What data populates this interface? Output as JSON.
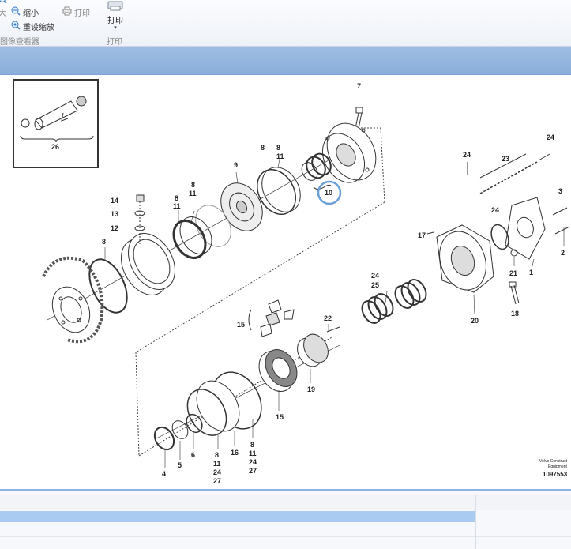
{
  "ribbon": {
    "zoom_in_label": "放大",
    "zoom_out_label": "缩小",
    "reset_zoom_label": "重设缩放",
    "print_small_label": "打印",
    "print_big_label": "打印",
    "group_viewer_label": "图像查看器",
    "group_print_label": "打印"
  },
  "diagram": {
    "callouts": {
      "c7": "7",
      "c8a": "8",
      "c11a": "11",
      "c9": "9",
      "c8b": "8",
      "c11b": "11",
      "c10": "10",
      "c14": "14",
      "c13": "13",
      "c12": "12",
      "c8c": "8",
      "c26": "26",
      "c24a": "24",
      "c23": "23",
      "c24b": "24",
      "c3": "3",
      "c24c": "24",
      "c2": "2",
      "c17": "17",
      "c21": "21",
      "c1": "1",
      "c24d": "24",
      "c25": "25",
      "c20": "20",
      "c18": "18",
      "c22": "22",
      "c15a": "15",
      "c19": "19",
      "c15b": "15",
      "c4": "4",
      "c5": "5",
      "c6": "6",
      "c8d": "8",
      "c11d": "11",
      "c24e": "24",
      "c27a": "27",
      "c16": "16",
      "c8e": "8",
      "c11e": "11",
      "c24f": "24",
      "c27b": "27"
    },
    "watermark_line1": "Volvo Construct",
    "watermark_line2": "Equipment",
    "drawing_number": "1097553"
  },
  "colors": {
    "ribbon_bg": "#eef2f8",
    "blue_bar": "#8aaedb",
    "highlight_circle": "#6a9fd8",
    "selection_row": "#a9cbf2"
  }
}
